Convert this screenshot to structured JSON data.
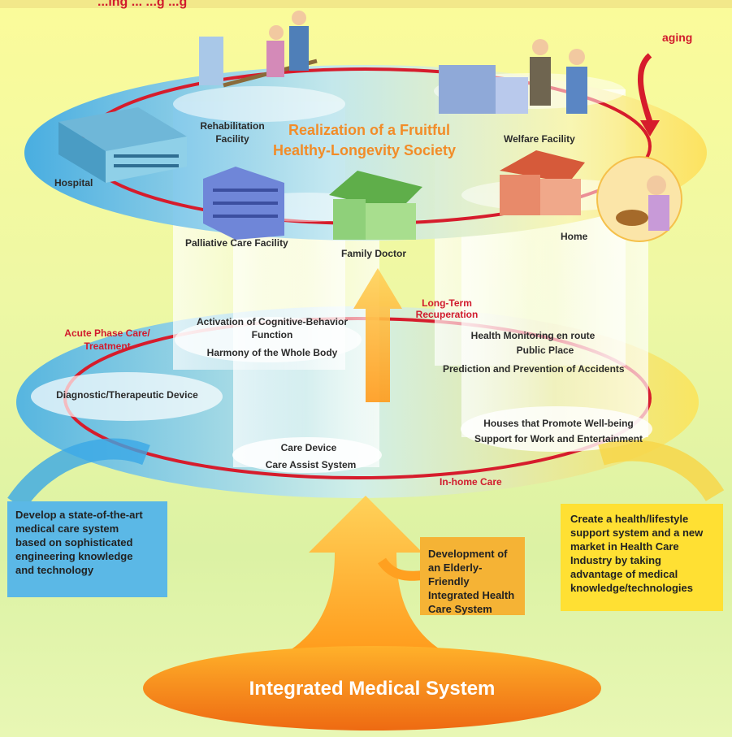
{
  "header": {
    "partial_text": "...ing ... ...g ...g"
  },
  "top": {
    "title_line1": "Realization of a Fruitful",
    "title_line2": "Healthy-Longevity Society",
    "aging": "aging",
    "facilities": {
      "hospital": "Hospital",
      "rehab_line1": "Rehabilitation",
      "rehab_line2": "Facility",
      "welfare": "Welfare Facility",
      "palliative": "Palliative Care Facility",
      "family_doctor": "Family Doctor",
      "home": "Home"
    }
  },
  "middle": {
    "long_term_line1": "Long-Term",
    "long_term_line2": "Recuperation",
    "acute_line1": "Acute Phase Care/",
    "acute_line2": "Treatment",
    "activation_line1": "Activation of Cognitive-Behavior",
    "activation_line2": "Function",
    "harmony": "Harmony of the Whole Body",
    "health_monitoring_line1": "Health Monitoring en route",
    "health_monitoring_line2": "Public Place",
    "prediction": "Prediction and Prevention of Accidents",
    "diagnostic": "Diagnostic/Therapeutic Device",
    "houses": "Houses that Promote Well-being",
    "support": "Support for Work and Entertainment",
    "care_device": "Care Device",
    "care_assist": "Care Assist System",
    "in_home": "In-home Care"
  },
  "bottom": {
    "left_box": [
      "Develop a state-of-the-art",
      "medical care system",
      "based on sophisticated",
      "engineering knowledge",
      "and technology"
    ],
    "center_box": [
      "Development of",
      "an Elderly-Friendly",
      "Integrated Health",
      "Care System"
    ],
    "right_box": [
      "Create a health/lifestyle",
      "support system and a new",
      "market in Health Care",
      "Industry by taking",
      "advantage of medical",
      "knowledge/technologies"
    ],
    "base": "Integrated Medical System"
  },
  "colors": {
    "accent_red": "#d11b2d",
    "title_orange": "#f28c28",
    "left_box": "#5bb8e6",
    "center_box": "#f5b335",
    "right_box": "#ffe033"
  }
}
